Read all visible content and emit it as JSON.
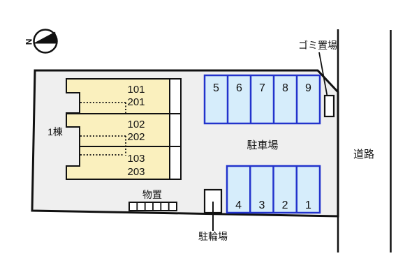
{
  "compass": {
    "north": "N"
  },
  "site": {
    "building": {
      "name": "1棟",
      "rooms": [
        {
          "line1": "101",
          "line2": "201"
        },
        {
          "line1": "102",
          "line2": "202"
        },
        {
          "line1": "103",
          "line2": "203"
        }
      ]
    },
    "parking_lot": {
      "label": "駐車場",
      "top_row": [
        "5",
        "6",
        "7",
        "8",
        "9"
      ],
      "bottom_row": [
        "4",
        "3",
        "2",
        "1"
      ]
    },
    "storage": {
      "label": "物置",
      "unit_count": 6
    },
    "bicycle_parking": {
      "label": "駐輪場"
    },
    "garbage_area": {
      "label": "ゴミ置場"
    }
  },
  "road": {
    "label": "道路"
  },
  "colors": {
    "site_fill": "#efefef",
    "building_fill": "#faf0be",
    "parking_fill": "#d6edfb",
    "parking_border": "#2233cc",
    "outline": "#111111"
  }
}
